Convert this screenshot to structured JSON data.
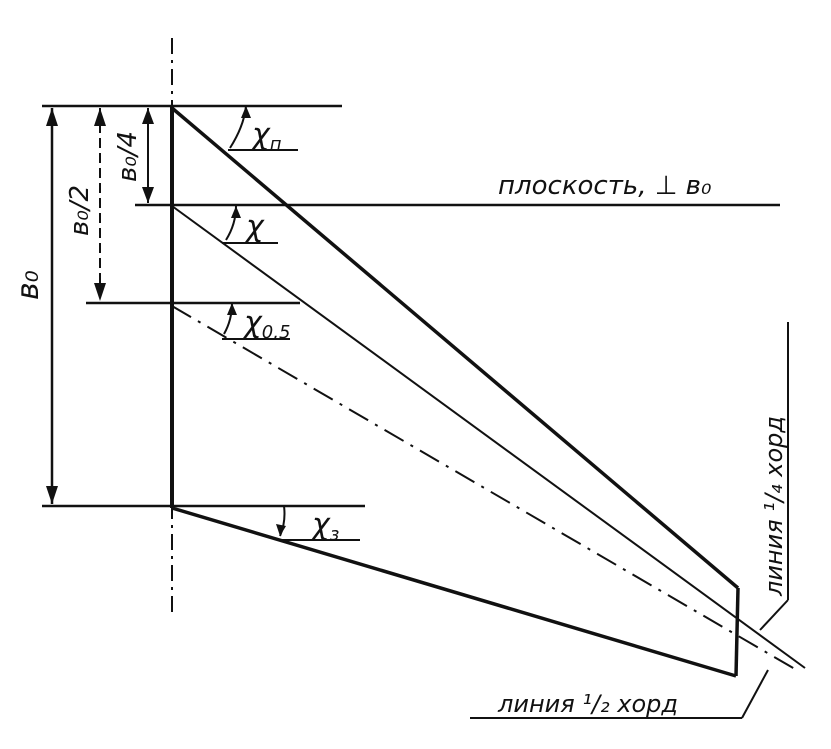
{
  "diagram": {
    "angles": {
      "sweep_leading_edge": "χ",
      "sweep_leading_edge_sub": "п",
      "sweep_quarter_chord": "χ",
      "sweep_half_chord": "χ",
      "sweep_half_chord_sub": "0,5",
      "sweep_trailing_edge": "χ",
      "sweep_trailing_edge_sub": "з"
    },
    "dimensions": {
      "root_chord": "в₀",
      "half_chord": "в₀/2",
      "quarter_chord": "в₀/4"
    },
    "labels": {
      "plane": "плоскость, ⊥ в₀",
      "quarter_chord_line": "линия ¹/₄ хорд",
      "half_chord_line": "линия ¹/₂ хорд"
    }
  }
}
